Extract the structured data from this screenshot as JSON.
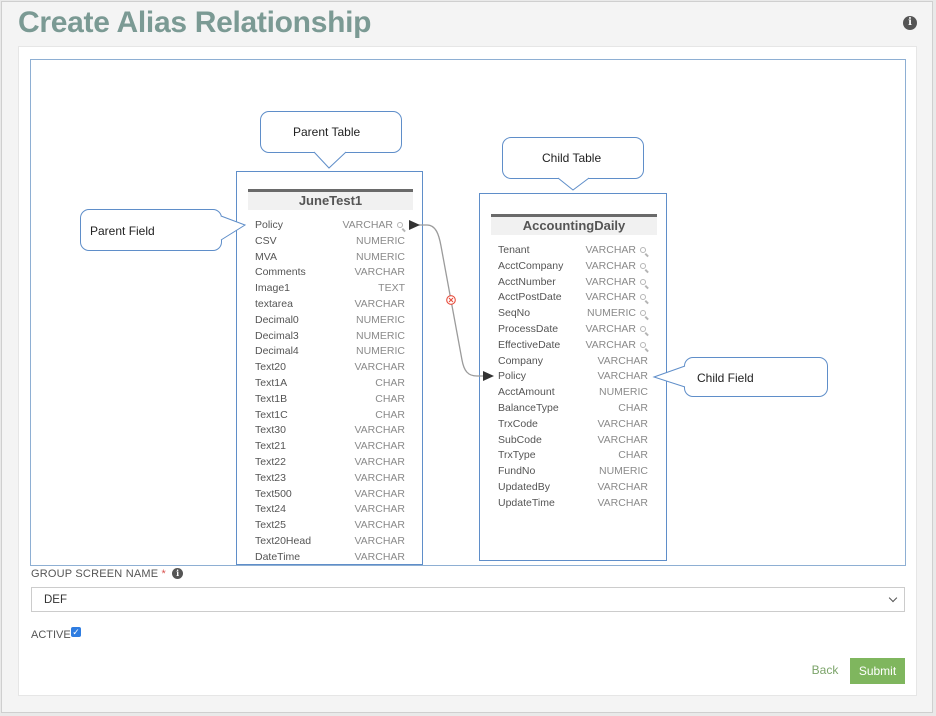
{
  "page": {
    "title": "Create Alias Relationship"
  },
  "parent_table": {
    "name": "JuneTest1",
    "fields": [
      {
        "name": "Policy",
        "type": "VARCHAR",
        "key": true
      },
      {
        "name": "CSV",
        "type": "NUMERIC",
        "key": false
      },
      {
        "name": "MVA",
        "type": "NUMERIC",
        "key": false
      },
      {
        "name": "Comments",
        "type": "VARCHAR",
        "key": false
      },
      {
        "name": "Image1",
        "type": "TEXT",
        "key": false
      },
      {
        "name": "textarea",
        "type": "VARCHAR",
        "key": false
      },
      {
        "name": "Decimal0",
        "type": "NUMERIC",
        "key": false
      },
      {
        "name": "Decimal3",
        "type": "NUMERIC",
        "key": false
      },
      {
        "name": "Decimal4",
        "type": "NUMERIC",
        "key": false
      },
      {
        "name": "Text20",
        "type": "VARCHAR",
        "key": false
      },
      {
        "name": "Text1A",
        "type": "CHAR",
        "key": false
      },
      {
        "name": "Text1B",
        "type": "CHAR",
        "key": false
      },
      {
        "name": "Text1C",
        "type": "CHAR",
        "key": false
      },
      {
        "name": "Text30",
        "type": "VARCHAR",
        "key": false
      },
      {
        "name": "Text21",
        "type": "VARCHAR",
        "key": false
      },
      {
        "name": "Text22",
        "type": "VARCHAR",
        "key": false
      },
      {
        "name": "Text23",
        "type": "VARCHAR",
        "key": false
      },
      {
        "name": "Text500",
        "type": "VARCHAR",
        "key": false
      },
      {
        "name": "Text24",
        "type": "VARCHAR",
        "key": false
      },
      {
        "name": "Text25",
        "type": "VARCHAR",
        "key": false
      },
      {
        "name": "Text20Head",
        "type": "VARCHAR",
        "key": false
      },
      {
        "name": "DateTime",
        "type": "VARCHAR",
        "key": false
      }
    ]
  },
  "child_table": {
    "name": "AccountingDaily",
    "fields": [
      {
        "name": "Tenant",
        "type": "VARCHAR",
        "key": true
      },
      {
        "name": "AcctCompany",
        "type": "VARCHAR",
        "key": true
      },
      {
        "name": "AcctNumber",
        "type": "VARCHAR",
        "key": true
      },
      {
        "name": "AcctPostDate",
        "type": "VARCHAR",
        "key": true
      },
      {
        "name": "SeqNo",
        "type": "NUMERIC",
        "key": true
      },
      {
        "name": "ProcessDate",
        "type": "VARCHAR",
        "key": true
      },
      {
        "name": "EffectiveDate",
        "type": "VARCHAR",
        "key": true
      },
      {
        "name": "Company",
        "type": "VARCHAR",
        "key": false
      },
      {
        "name": "Policy",
        "type": "VARCHAR",
        "key": false
      },
      {
        "name": "AcctAmount",
        "type": "NUMERIC",
        "key": false
      },
      {
        "name": "BalanceType",
        "type": "CHAR",
        "key": false
      },
      {
        "name": "TrxCode",
        "type": "VARCHAR",
        "key": false
      },
      {
        "name": "SubCode",
        "type": "VARCHAR",
        "key": false
      },
      {
        "name": "TrxType",
        "type": "CHAR",
        "key": false
      },
      {
        "name": "FundNo",
        "type": "NUMERIC",
        "key": false
      },
      {
        "name": "UpdatedBy",
        "type": "VARCHAR",
        "key": false
      },
      {
        "name": "UpdateTime",
        "type": "VARCHAR",
        "key": false
      }
    ]
  },
  "callouts": {
    "parent_table": "Parent Table",
    "child_table": "Child Table",
    "parent_field": "Parent Field",
    "child_field": "Child Field"
  },
  "form": {
    "group_label": "GROUP SCREEN NAME",
    "required_mark": "*",
    "group_value": "DEF",
    "active_label": "ACTIVE",
    "active_checked": true
  },
  "buttons": {
    "back": "Back",
    "submit": "Submit"
  },
  "colors": {
    "title": "#7b9a94",
    "submit": "#7fb65e",
    "border": "#5f8ec9",
    "remove": "#e74c3c"
  },
  "icons": {
    "info": "info-icon",
    "key": "key-icon",
    "remove": "remove-link-icon",
    "chevron": "chevron-down-icon"
  }
}
